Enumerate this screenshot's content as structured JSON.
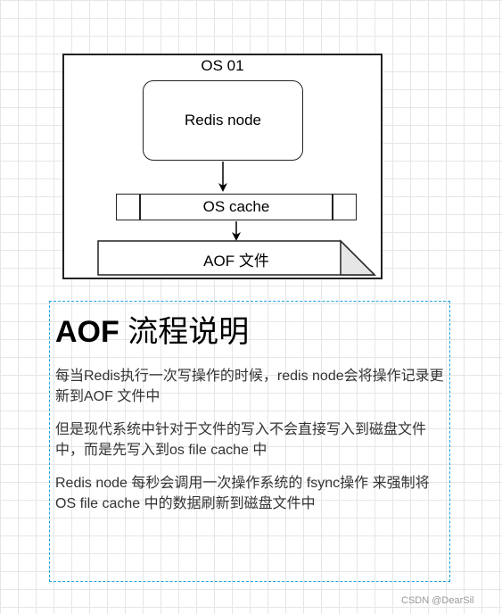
{
  "diagram": {
    "os_title": "OS 01",
    "redis_node": "Redis node",
    "os_cache": "OS cache",
    "aof_file": "AOF 文件"
  },
  "notes": {
    "heading_bold": "AOF",
    "heading_rest": "流程说明",
    "paragraphs": [
      "每当Redis执行一次写操作的时候，redis node会将操作记录更新到AOF 文件中",
      "但是现代系统中针对于文件的写入不会直接写入到磁盘文件中，而是先写入到os file cache 中",
      "Redis node 每秒会调用一次操作系统的 fsync操作 来强制将 OS file cache 中的数据刷新到磁盘文件中"
    ]
  },
  "watermark": "CSDN @DearSil",
  "colors": {
    "note_border": "#1ba1e2",
    "grid": "#e6e6e6"
  }
}
